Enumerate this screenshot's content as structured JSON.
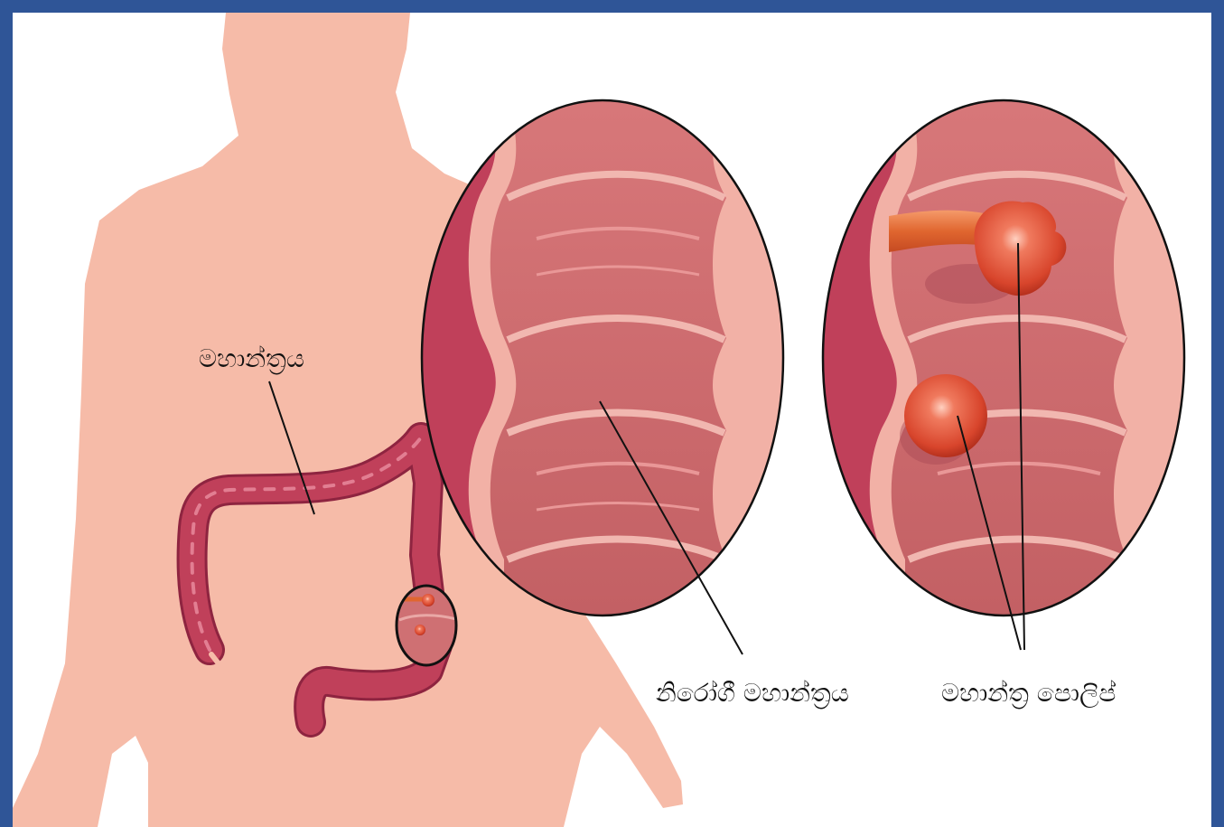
{
  "labels": {
    "colon": "මහාන්ත්‍රය",
    "healthy_colon": "නිරෝගී මහාන්ත්‍රය",
    "colon_polyps": "මහාන්ත්‍ර පොලිප්"
  },
  "colors": {
    "frame": "#2f5597",
    "skin": "#f6bba8",
    "colon": "#c0405a",
    "colon_dark": "#8e2440",
    "lumen": "#cf7073",
    "lumen_light": "#e9a8a6",
    "polyp": "#e2533a",
    "polyp_highlight": "#ffb3a0"
  }
}
